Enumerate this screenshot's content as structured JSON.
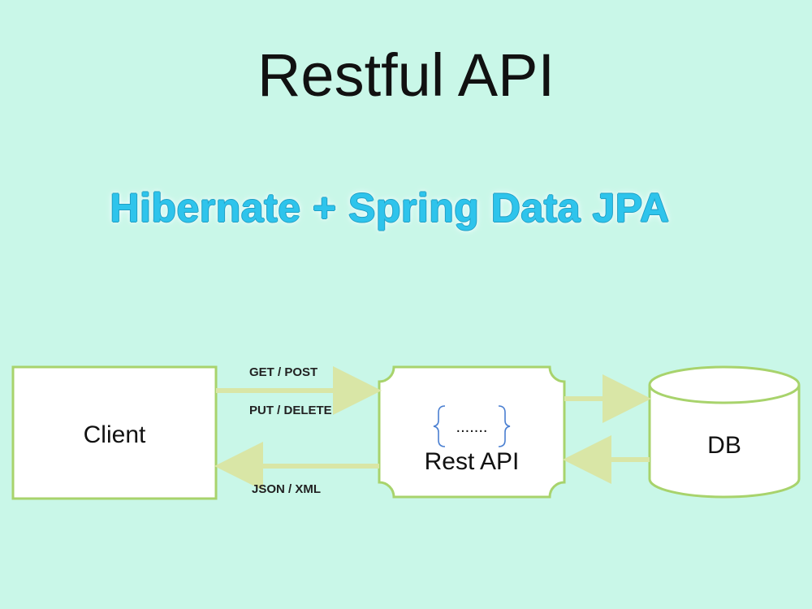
{
  "slide": {
    "title": "Restful API",
    "subtitle": "Hibernate + Spring Data JPA"
  },
  "diagram": {
    "nodes": {
      "client": {
        "label": "Client"
      },
      "rest_api": {
        "label": "Rest API",
        "body": "......."
      },
      "db": {
        "label": "DB"
      }
    },
    "edges": {
      "request_label_1": "GET / POST",
      "request_label_2": "PUT / DELETE",
      "response_label": "JSON / XML"
    }
  },
  "colors": {
    "background": "#c9f7e8",
    "box_border": "#a8d36c",
    "arrow": "#d9e6a6",
    "subtitle": "#2ec4ec",
    "brace": "#4a7fd1"
  }
}
